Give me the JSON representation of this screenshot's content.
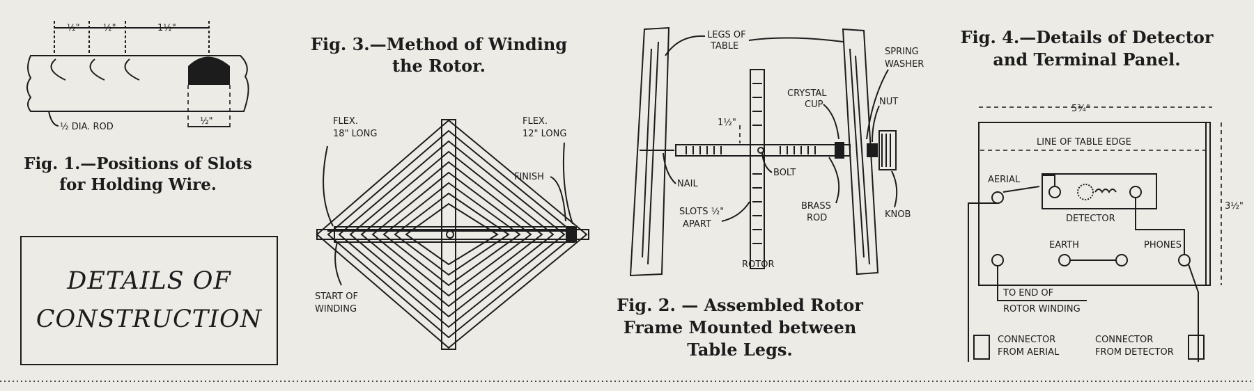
{
  "fig1": {
    "caption": [
      "Fig. 1.—Positions of Slots",
      "for Holding Wire."
    ],
    "dim_a": "½\"",
    "dim_b": "½\"",
    "dim_c": "1½\"",
    "dim_d": "½\"",
    "rod_label": "½ DIA. ROD"
  },
  "title_box": {
    "line1": "DETAILS OF",
    "line2": "CONSTRUCTION"
  },
  "fig3": {
    "caption": [
      "Fig. 3.—Method of Winding",
      "the Rotor."
    ],
    "flex_left": [
      "FLEX.",
      "18\" LONG"
    ],
    "flex_right": [
      "FLEX.",
      "12\" LONG"
    ],
    "finish": "FINISH",
    "start": [
      "START OF",
      "WINDING"
    ]
  },
  "fig2": {
    "caption": [
      "Fig.  2. — Assembled  Rotor",
      "Frame   Mounted   between",
      "Table Legs."
    ],
    "legs": [
      "LEGS OF",
      "TABLE"
    ],
    "spring": [
      "SPRING",
      "WASHER"
    ],
    "crystal": [
      "CRYSTAL",
      "CUP"
    ],
    "nut": "NUT",
    "dim": "1½\"",
    "bolt": "BOLT",
    "nail": "NAIL",
    "brass": [
      "BRASS",
      "ROD"
    ],
    "knob": "KNOB",
    "slots": [
      "SLOTS ½\"",
      "APART"
    ],
    "rotor": "ROTOR"
  },
  "fig4": {
    "caption": [
      "Fig. 4.—Details of Detector",
      "and Terminal Panel."
    ],
    "width_dim": "5¾\"",
    "height_dim": "3½\"",
    "table_edge": "LINE OF TABLE EDGE",
    "aerial": "AERIAL",
    "detector": "DETECTOR",
    "earth": "EARTH",
    "phones": "PHONES",
    "rotor_end": [
      "TO END OF",
      "ROTOR WINDING"
    ],
    "conn_aerial": [
      "CONNECTOR",
      "FROM AERIAL"
    ],
    "conn_detector": [
      "CONNECTOR",
      "FROM DETECTOR"
    ]
  }
}
